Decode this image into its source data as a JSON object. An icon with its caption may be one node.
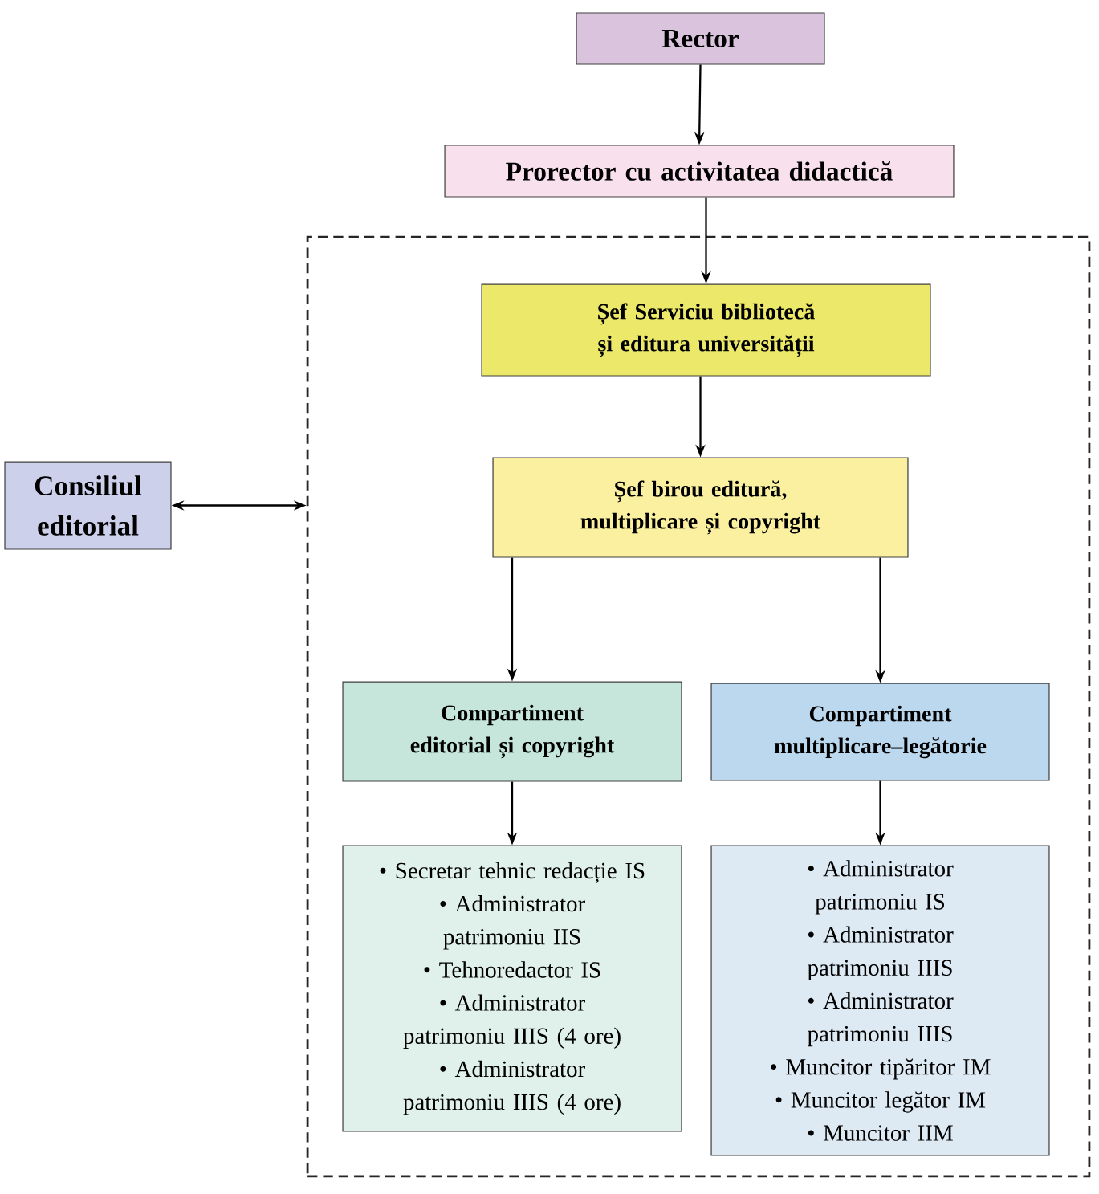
{
  "diagram": {
    "nodes": [
      {
        "text": [
          "Rector"
        ]
      },
      {
        "text": [
          "Prorector cu activitatea didactică"
        ]
      },
      {
        "text": [],
        "shape": "box"
      },
      {
        "text": [
          "Șef Serviciu bibliotecă și editura universității"
        ],
        "in": 2
      },
      {
        "text": [
          "Șef birou editură, multiplicare și copyright"
        ],
        "in": 2
      },
      {
        "text": [
          "Compartiment editorial și copyright"
        ],
        "in": 2
      },
      {
        "text": [
          "Compartiment multiplicare–legătorie"
        ],
        "in": 2
      },
      {
        "text": [
          "• Secretar tehnic redacție IS",
          "• Administrator patrimoniu IIS",
          "• Tehnoredactor IS",
          "• Administrator patrimoniu IIIS (4 ore)",
          "• Administrator patrimoniu IIIS (4 ore)"
        ],
        "in": 2
      },
      {
        "text": [
          "• Administrator patrimoniu IS",
          "• Administrator patrimoniu IIIS",
          "• Administrator patrimoniu IIIS",
          "• Muncitor tipăritor IM",
          "• Muncitor legător IM",
          "• Muncitor IIM"
        ],
        "in": 2
      },
      {
        "text": [
          "Consiliul editorial"
        ]
      }
    ],
    "edges": [
      {
        "from": 0,
        "to": 1,
        "arrow": "to"
      },
      {
        "from": 1,
        "to": 3,
        "arrow": "to"
      },
      {
        "from": 3,
        "to": 4,
        "arrow": "to"
      },
      {
        "from": 4,
        "to": 5,
        "arrow": "to"
      },
      {
        "from": 4,
        "to": 6,
        "arrow": "to"
      },
      {
        "from": 5,
        "to": 7,
        "arrow": "to"
      },
      {
        "from": 6,
        "to": 8,
        "arrow": "to"
      },
      {
        "from": 9,
        "to": 2,
        "arrow": "both"
      }
    ]
  }
}
